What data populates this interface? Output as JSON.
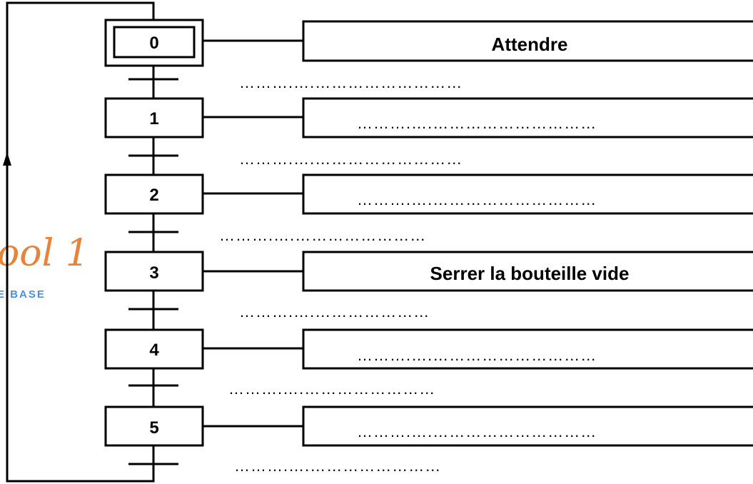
{
  "grafcet": {
    "steps": [
      {
        "number": "0",
        "initial": true,
        "action": "Attendre",
        "transition": "……….….………………………"
      },
      {
        "number": "1",
        "initial": false,
        "action": "……….….…………………………",
        "transition": "……….….………………………"
      },
      {
        "number": "2",
        "initial": false,
        "action": "……….….…………………………",
        "transition": "……….….……………………"
      },
      {
        "number": "3",
        "initial": false,
        "action": "Serrer  la bouteille vide",
        "transition": "……….….…………………"
      },
      {
        "number": "4",
        "initial": false,
        "action": "……….….…………………………",
        "transition": "……….….……………………"
      },
      {
        "number": "5",
        "initial": false,
        "action": "……….….…………………………",
        "transition": "……….….……………………"
      }
    ]
  },
  "watermark": {
    "text": "ool 1",
    "subtext": "E BASE"
  },
  "colors": {
    "line": "#000000",
    "watermark": "#e8833a",
    "watermark_sub": "#4a90e2",
    "background": "#ffffff"
  }
}
